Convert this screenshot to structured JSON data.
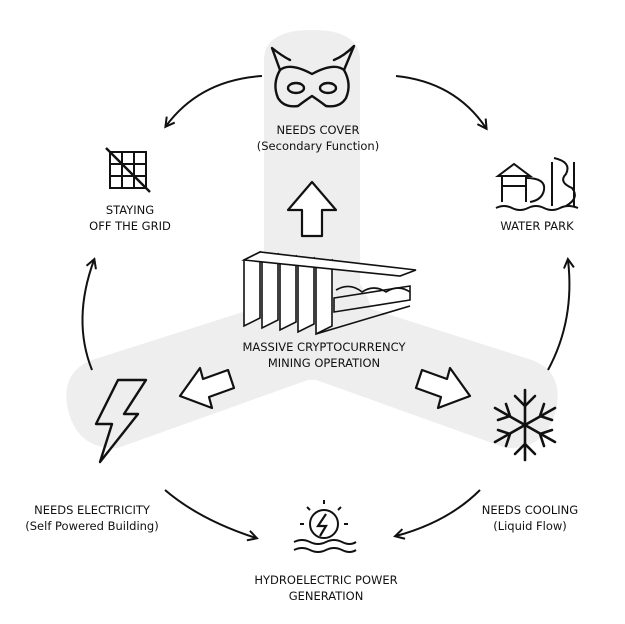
{
  "center": {
    "line1": "MASSIVE CRYPTOCURRENCY",
    "line2": "MINING OPERATION"
  },
  "nodes": {
    "needs_cover": {
      "line1": "NEEDS COVER",
      "line2": "(Secondary Function)"
    },
    "staying_off_grid": {
      "line1": "STAYING",
      "line2": "OFF THE GRID"
    },
    "water_park": {
      "line1": "WATER PARK"
    },
    "needs_electricity": {
      "line1": "NEEDS ELECTRICITY",
      "line2": "(Self Powered Building)"
    },
    "needs_cooling": {
      "line1": "NEEDS COOLING",
      "line2": "(Liquid Flow)"
    },
    "hydroelectric": {
      "line1": "HYDROELECTRIC POWER",
      "line2": "GENERATION"
    }
  },
  "icons": [
    "mask-icon",
    "no-grid-icon",
    "water-park-icon",
    "lightning-icon",
    "snowflake-icon",
    "water-wheel-icon",
    "server-rack-icon"
  ],
  "colors": {
    "ink": "#111111",
    "hub": "#eeeeee"
  }
}
